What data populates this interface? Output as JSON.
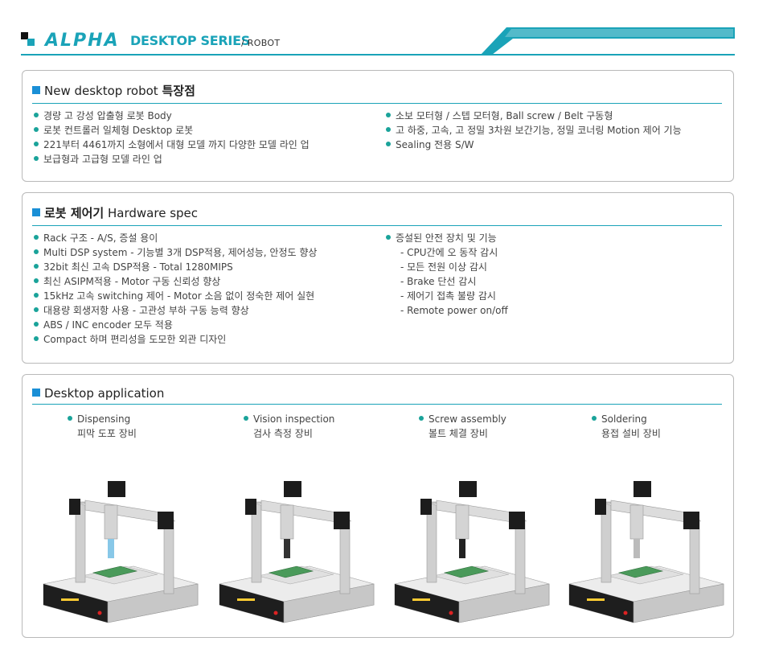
{
  "header": {
    "brand": "ALPHA",
    "series": "DESKTOP SERIES",
    "subtitle": "/ ROBOT",
    "accent_color": "#1aa3b8"
  },
  "features": {
    "title_en": "New desktop robot",
    "title_kr": "특장점",
    "left": [
      "경량 고 강성 압출형 로봇 Body",
      "로봇 컨트롤러 일체형 Desktop 로봇",
      "221부터 4461까지 소형에서 대형 모델 까지 다양한 모델 라인 업",
      "보급형과 고급형 모델 라인 업"
    ],
    "right": [
      "소보 모터형 / 스텝 모터형, Ball screw / Belt 구동형",
      "고 하중, 고속, 고 정밀 3차원 보간기능, 정밀 코너링 Motion 제어 기능",
      "Sealing 전용 S/W"
    ]
  },
  "hardware": {
    "title_kr": "로봇 제어기",
    "title_en": "Hardware spec",
    "left": [
      "Rack 구조 - A/S, 증설 용이",
      "Multi DSP system - 기능별 3개 DSP적용, 제어성능, 안정도 향상",
      "32bit 최신 고속 DSP적용 - Total 1280MIPS",
      "최신 ASIPM적용 - Motor 구동 신뢰성 향상",
      "15kHz 고속 switching 제어 - Motor 소음 없이 정숙한 제어 실현",
      "대용량 회생저항 사용 - 고관성 부하 구동 능력 향상",
      "ABS / INC encoder 모두 적용",
      "Compact 하며 편리성을 도모한 외관 디자인"
    ],
    "right_heading": "증설된 안전 장치 및 기능",
    "right_items": [
      "- CPU간에 오 동작 감시",
      "- 모든 전원 이상 감시",
      "- Brake 단선 감시",
      "- 제어기 접촉 불량 감시",
      "- Remote power on/off"
    ]
  },
  "application": {
    "title": "Desktop application",
    "items": [
      {
        "en": "Dispensing",
        "kr": "피막 도포 장비",
        "tool_color": "#88c8e8"
      },
      {
        "en": "Vision inspection",
        "kr": "검사 측정 장비",
        "tool_color": "#333333"
      },
      {
        "en": "Screw assembly",
        "kr": "볼트 체결 장비",
        "tool_color": "#222222"
      },
      {
        "en": "Soldering",
        "kr": "용접 설비 장비",
        "tool_color": "#bbbbbb"
      }
    ]
  }
}
